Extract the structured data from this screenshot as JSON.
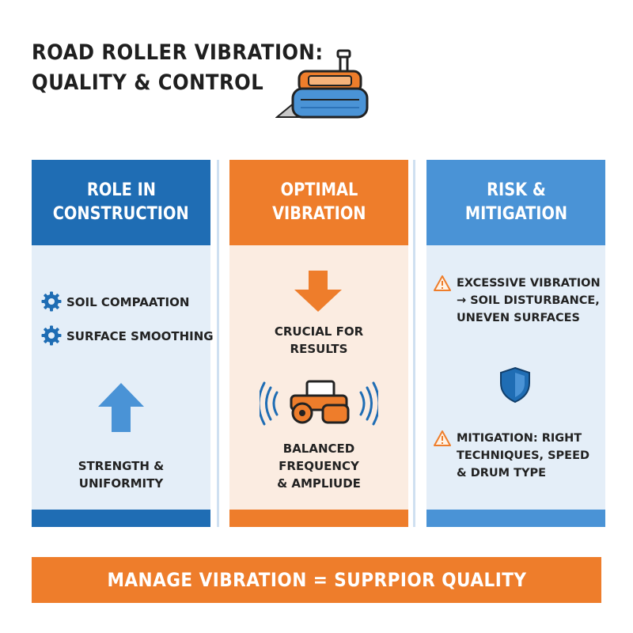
{
  "title": {
    "line1": "ROAD ROLLER VIBRATION:",
    "line2": "QUALITY & CONTROL"
  },
  "colors": {
    "blue": "#1f6db4",
    "orange": "#ee7d2b",
    "light_blue": "#4a93d6"
  },
  "columns": [
    {
      "header": [
        "ROLE IN",
        "CONSTRUCTION"
      ],
      "items": [
        "SOIL COMPAATION",
        "SURFACE SMOOTHING"
      ],
      "item_icon": "gear-icon",
      "symbol": "arrow-up-icon",
      "caption": [
        "STRENGTH &",
        "UNIFORMITY"
      ]
    },
    {
      "header": [
        "OPTIMAL",
        "VIBRATION"
      ],
      "symbol": "arrow-down-icon",
      "caption_top": [
        "CRUCIAL FOR",
        "RESULTS"
      ],
      "graphic": "vibrating-roller-icon",
      "caption_bottom": [
        "BALANCED",
        "FREQUENCY",
        "& AMPLIUDE"
      ]
    },
    {
      "header": [
        "RISK &",
        "MITIGATION"
      ],
      "warning1": [
        "EXCESSIVE VIBRATION",
        "→ SOIL DISTURBANCE,",
        "UNEVEN SURFACES"
      ],
      "symbol": "shield-icon",
      "warning2": [
        "MITIGATION: RIGHT",
        "TECHNIQUES, SPEED",
        "& DRUM TYPE"
      ],
      "warning_icon": "warning-icon"
    }
  ],
  "banner": "MANAGE VIBRATION = SUPRPIOR QUALITY"
}
